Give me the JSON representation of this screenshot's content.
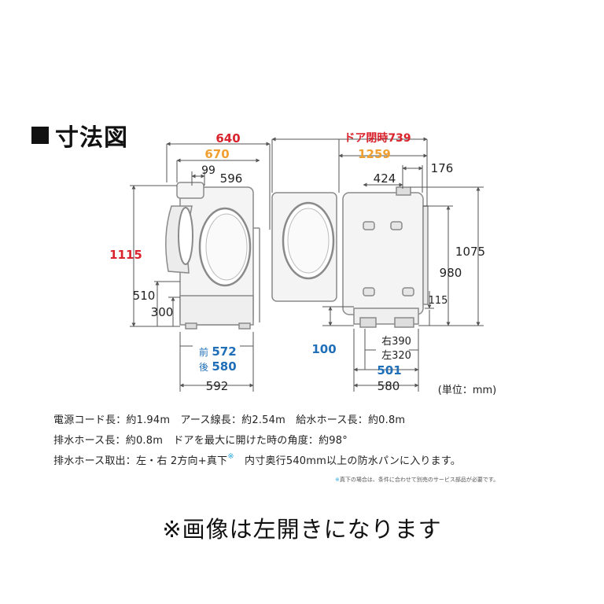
{
  "heading": "寸法図",
  "dims": {
    "front": {
      "d640": "640",
      "d670": "670",
      "d99": "99",
      "d596": "596",
      "d1115": "1115",
      "d510": "510",
      "d300": "300",
      "front_label": "前",
      "d572": "572",
      "rear_label": "後",
      "d580": "580",
      "d592": "592"
    },
    "side": {
      "door_closed": "ドア閉時739",
      "d1259": "1259",
      "d424": "424",
      "d176": "176",
      "d1075": "1075",
      "d980": "980",
      "d115": "115",
      "d100": "100",
      "right390": "右390",
      "left320": "左320",
      "d501": "501",
      "d580": "580"
    },
    "unit": "(単位：mm)"
  },
  "colors": {
    "red": "#d9232d",
    "orange": "#f0a030",
    "blue": "#1f6fb8",
    "line": "#555555",
    "appliance_fill": "#f4f4f4",
    "appliance_stroke": "#8a8a8a"
  },
  "specs": {
    "line1": "電源コード長：約1.94m　アース線長：約2.54m　給水ホース長：約0.8m",
    "line2": "排水ホース長：約0.8m　ドアを最大に開けた時の角度：約98°",
    "line3_main": "排水ホース取出：左・右 2方向+真下",
    "line3_mark": "※",
    "line3_tail": "　内寸奥行540mm以上の防水パンに入ります。"
  },
  "footnote": {
    "mark": "※",
    "text": "真下の場合は、条件に合わせて別売のサービス部品が必要です。"
  },
  "notice": "※画像は左開きになります"
}
